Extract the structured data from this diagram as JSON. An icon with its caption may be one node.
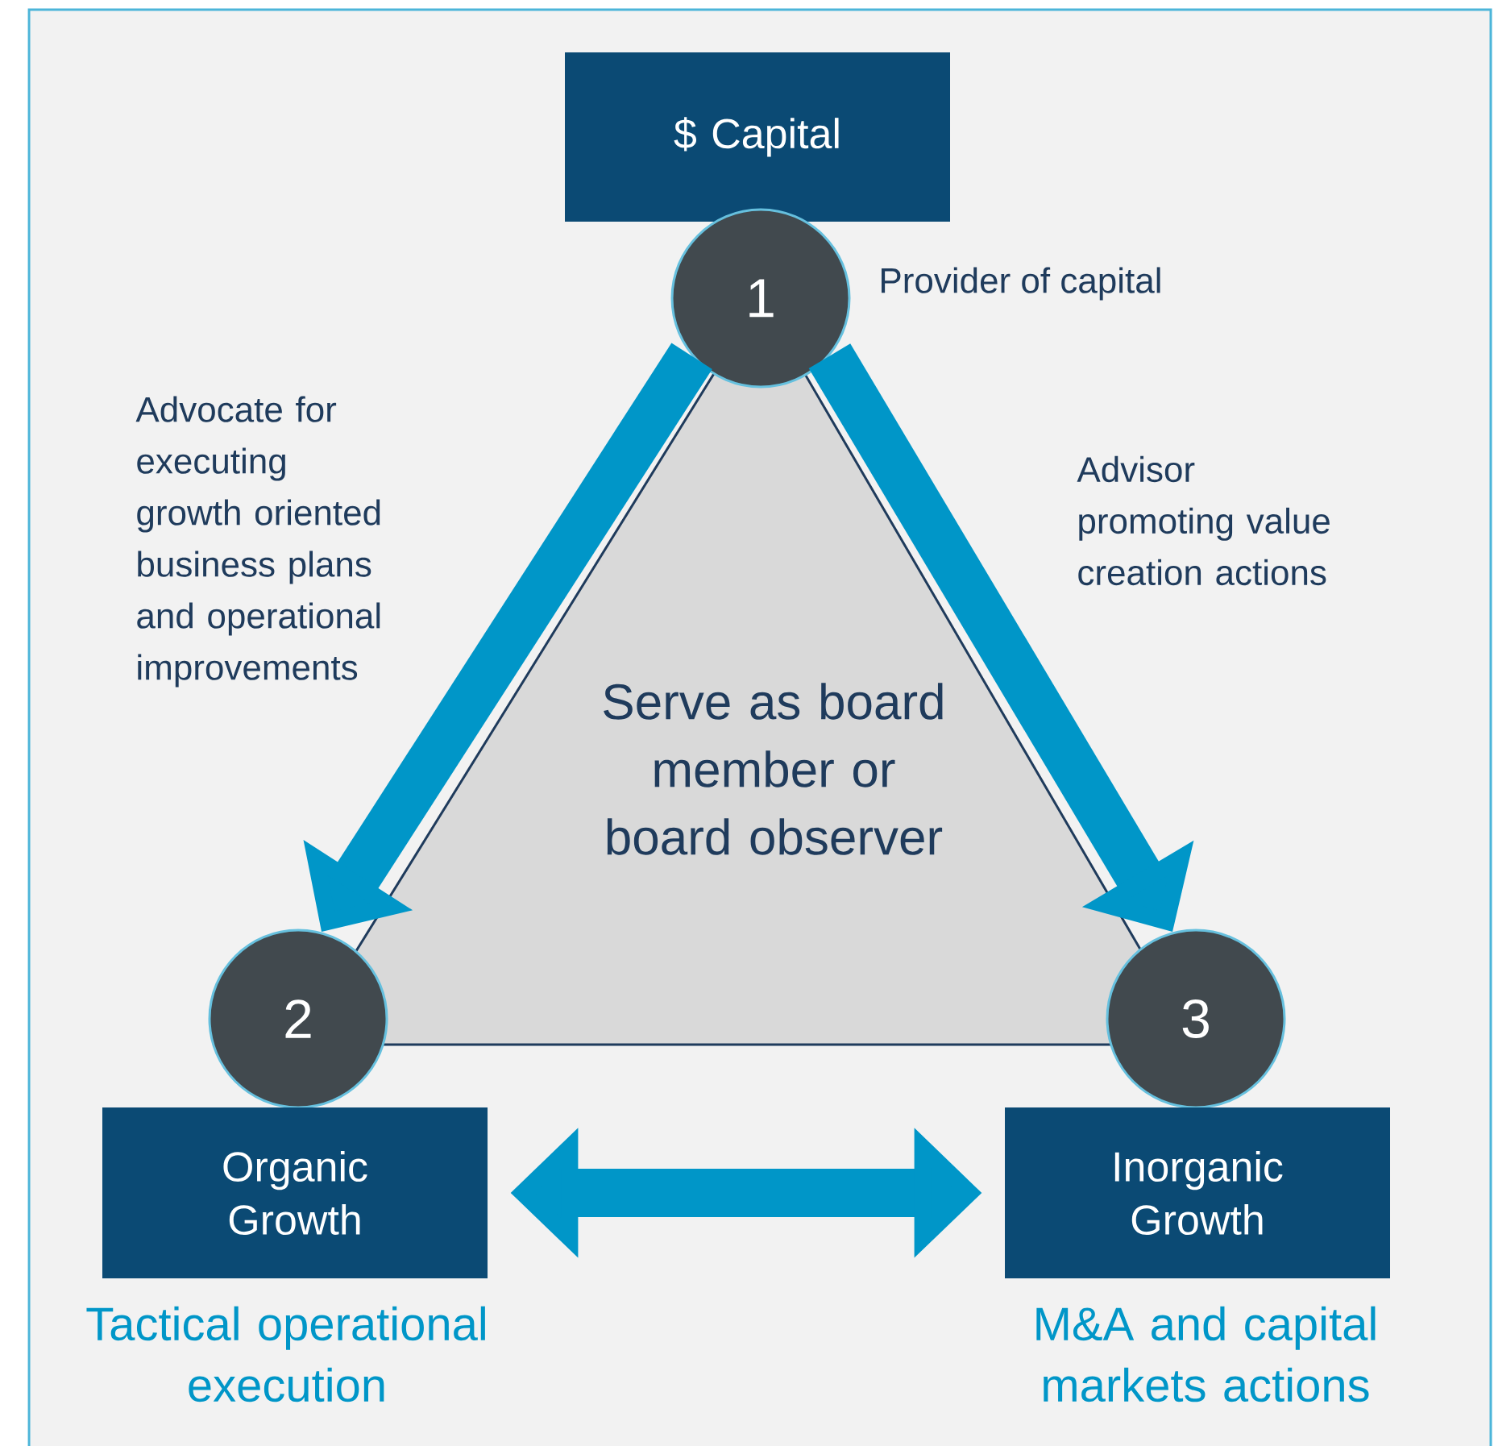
{
  "diagram": {
    "nodes": [
      {
        "text": [
          "$ Capital"
        ]
      },
      {
        "text": [
          "1"
        ]
      },
      {
        "text": [
          "2"
        ]
      },
      {
        "text": [
          "3"
        ]
      },
      {
        "text": [
          "Serve as board member or board observer"
        ]
      },
      {
        "text": [
          "Organic Growth"
        ],
        "beside": [
          "Tactical operational execution"
        ]
      },
      {
        "text": [
          "Inorganic Growth"
        ],
        "beside": [
          "M&A and capital markets actions"
        ]
      }
    ],
    "edges": [
      {
        "from": 1,
        "to": 2,
        "arrow": "to",
        "label": "Advocate for executing growth oriented business plans and operational improvements"
      },
      {
        "from": 1,
        "to": 3,
        "arrow": "to",
        "label": "Advisor promoting value creation actions"
      },
      {
        "from": 5,
        "to": 6,
        "arrow": "both"
      }
    ],
    "labels": [
      "Provider of capital"
    ]
  }
}
